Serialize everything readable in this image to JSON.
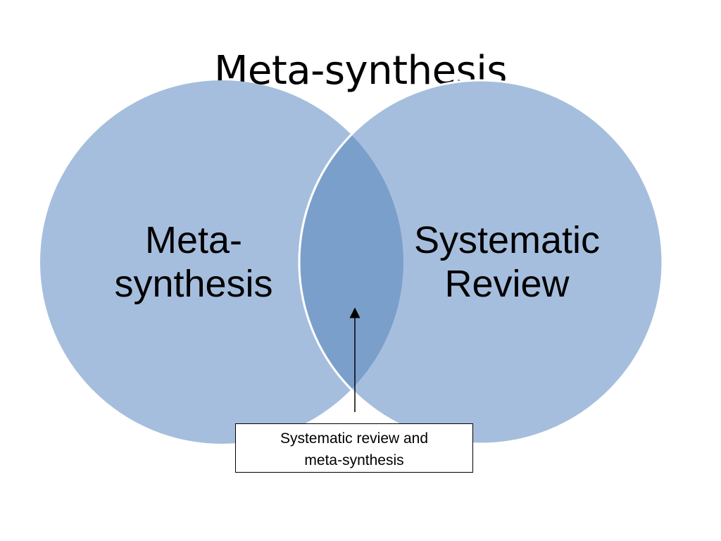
{
  "slide": {
    "title": "Meta-synthesis"
  },
  "venn": {
    "left_circle": {
      "label_line1": "Meta-",
      "label_line2": "synthesis"
    },
    "right_circle": {
      "label_line1": "Systematic",
      "label_line2": "Review"
    },
    "overlap_callout": {
      "line1": "Systematic review and",
      "line2": "meta-synthesis"
    }
  },
  "colors": {
    "circle_fill": "#a6bedd",
    "overlap_fill": "#7b9fcb",
    "circle_outline": "#ffffff",
    "arrow": "#000000"
  }
}
